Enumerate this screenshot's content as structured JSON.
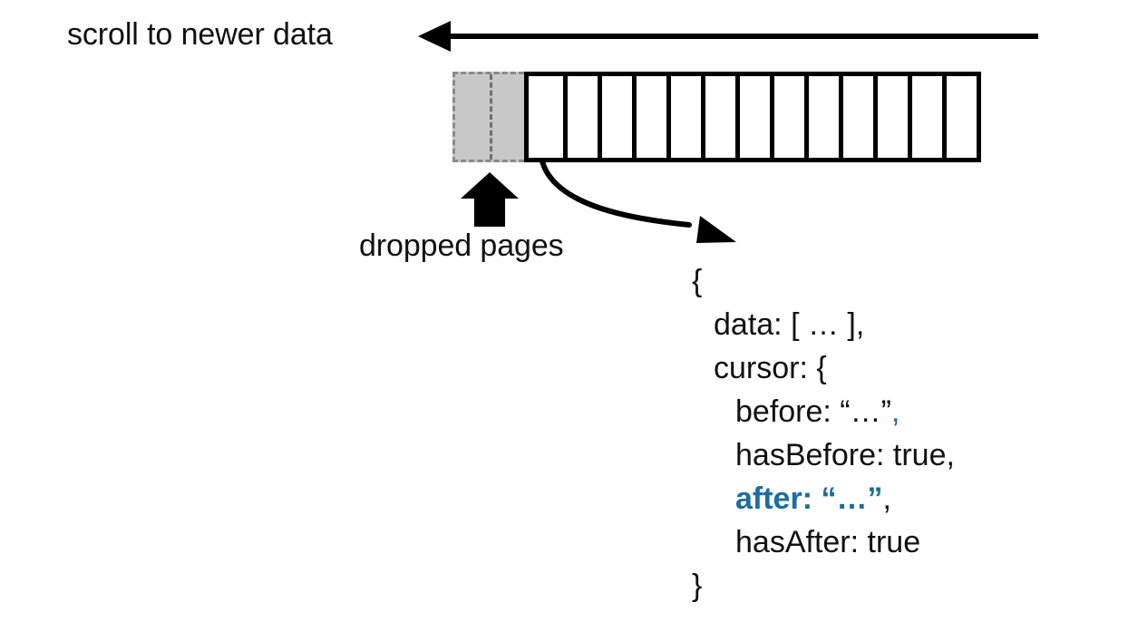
{
  "diagram": {
    "title": "cursor pagination window diagram",
    "scroll_label": "scroll to newer data",
    "dropped_label": "dropped pages",
    "accent_color": "#1b6ca3",
    "dropped_fill_color": "#c8c8c8",
    "dropped_border_color": "#8a8a8a",
    "cell_border_color": "#000000",
    "arrow_color": "#000000"
  },
  "strip": {
    "dropped_cell_count": 2,
    "live_cell_count": 13,
    "dropped_cells": [
      "",
      ""
    ],
    "live_cells": [
      "",
      "",
      "",
      "",
      "",
      "",
      "",
      "",
      "",
      "",
      "",
      "",
      ""
    ]
  },
  "arrows": {
    "scroll_arrow_direction": "left",
    "dropped_arrow_direction": "up",
    "callout_arrow_direction": "down-right"
  },
  "json_payload": {
    "lines": [
      {
        "indent": 0,
        "segments": [
          {
            "text": "{",
            "style": "plain"
          }
        ]
      },
      {
        "indent": 1,
        "segments": [
          {
            "text": "data: [ … ],",
            "style": "plain"
          }
        ]
      },
      {
        "indent": 1,
        "segments": [
          {
            "text": "cursor: {",
            "style": "plain"
          }
        ]
      },
      {
        "indent": 2,
        "segments": [
          {
            "text": "before: “…”",
            "style": "plain"
          },
          {
            "text": ",",
            "style": "accent"
          }
        ]
      },
      {
        "indent": 2,
        "segments": [
          {
            "text": "hasBefore: true,",
            "style": "plain"
          }
        ]
      },
      {
        "indent": 2,
        "segments": [
          {
            "text": "after: “…”",
            "style": "accent-bold"
          },
          {
            "text": ",",
            "style": "plain"
          }
        ]
      },
      {
        "indent": 2,
        "segments": [
          {
            "text": "hasAfter: true",
            "style": "plain"
          }
        ]
      },
      {
        "indent": 0,
        "segments": [
          {
            "text": "}",
            "style": "plain"
          }
        ]
      }
    ]
  }
}
